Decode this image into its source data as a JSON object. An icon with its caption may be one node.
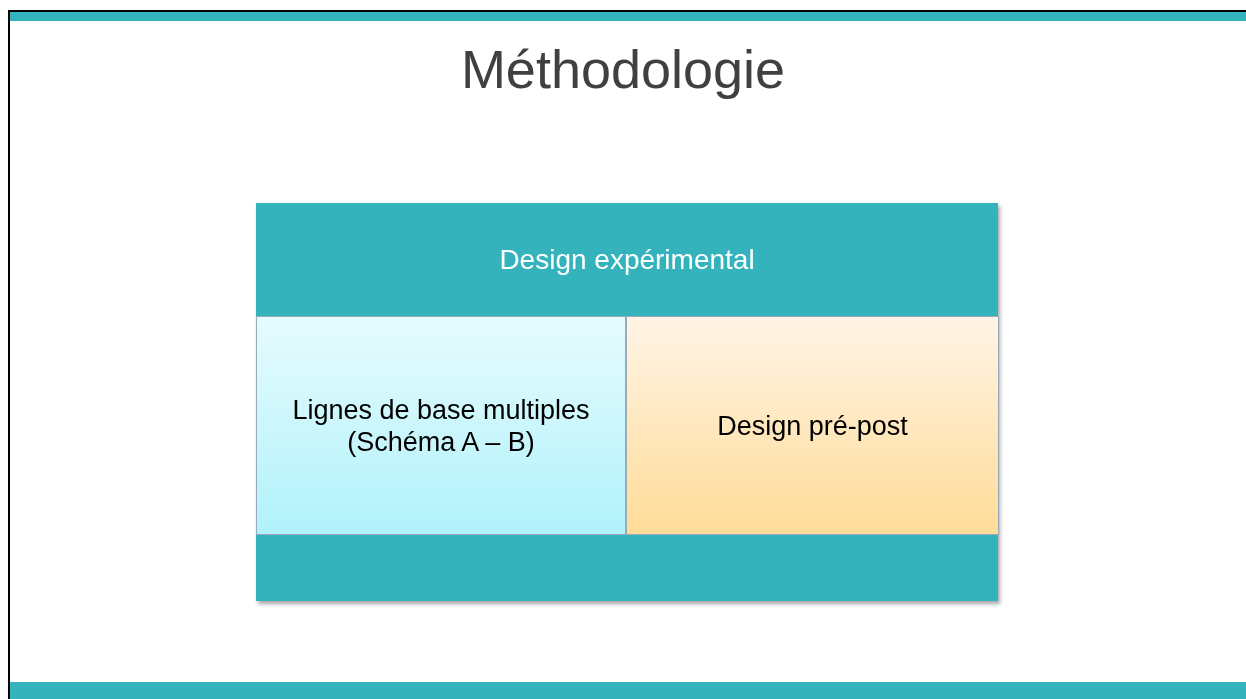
{
  "diagram": {
    "title": "Méthodologie",
    "nodes": [
      {
        "text": [
          "Design expérimental"
        ]
      },
      {
        "text": [
          "Lignes de base multiples (Schéma A – B)"
        ],
        "in": 0
      },
      {
        "text": [
          "Design pré-post"
        ],
        "in": 0
      }
    ]
  }
}
